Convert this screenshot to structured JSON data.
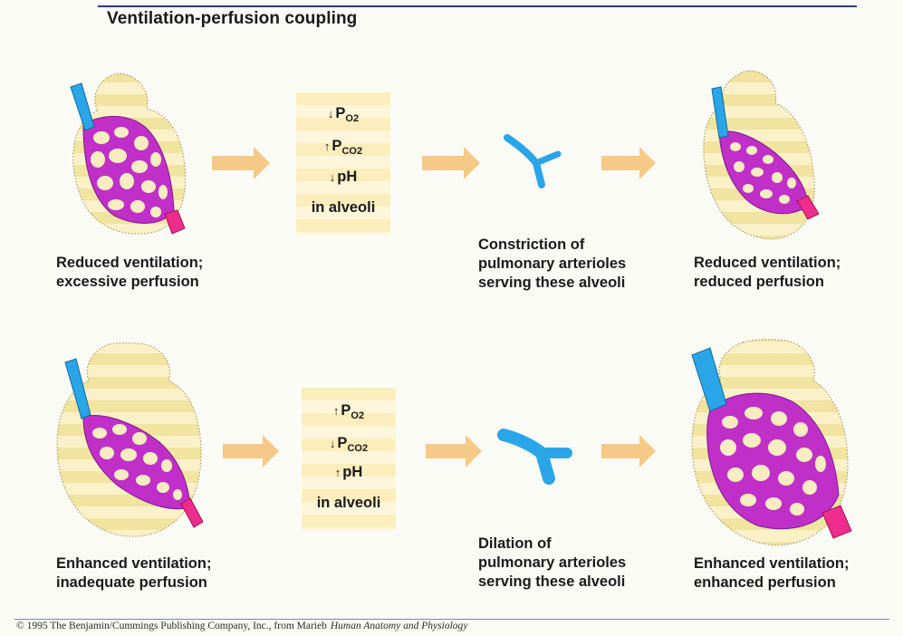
{
  "title": "Ventilation-perfusion coupling",
  "colors": {
    "alveolus": "#f1e3a0",
    "alveolus_band": "#fbf1c8",
    "capillary": "#c030c8",
    "vein_blue": "#2aa6e8",
    "artery_pink": "#ee2d8c",
    "arrow": "#f4ca86"
  },
  "rows": [
    {
      "start_caption": [
        "Reduced ventilation;",
        "excessive perfusion"
      ],
      "state": [
        {
          "arrow": "↓",
          "symbol": "P",
          "sub": "O2"
        },
        {
          "arrow": "↑",
          "symbol": "P",
          "sub": "CO2"
        },
        {
          "arrow": "↓",
          "symbol": "pH",
          "sub": ""
        }
      ],
      "state_footer": "in alveoli",
      "mid_caption": [
        "Constriction of",
        "pulmonary arterioles",
        "serving these alveoli"
      ],
      "end_caption": [
        "Reduced ventilation;",
        "reduced perfusion"
      ]
    },
    {
      "start_caption": [
        "Enhanced ventilation;",
        "inadequate perfusion"
      ],
      "state": [
        {
          "arrow": "↑",
          "symbol": "P",
          "sub": "O2"
        },
        {
          "arrow": "↓",
          "symbol": "P",
          "sub": "CO2"
        },
        {
          "arrow": "↑",
          "symbol": "pH",
          "sub": ""
        }
      ],
      "state_footer": "in alveoli",
      "mid_caption": [
        "Dilation of",
        "pulmonary arterioles",
        "serving these alveoli"
      ],
      "end_caption": [
        "Enhanced ventilation;",
        "enhanced perfusion"
      ]
    }
  ],
  "copyright": {
    "text": "© 1995 The Benjamin/Cummings Publishing Company, Inc., from Marieb",
    "book": "Human Anatomy and Physiology"
  }
}
